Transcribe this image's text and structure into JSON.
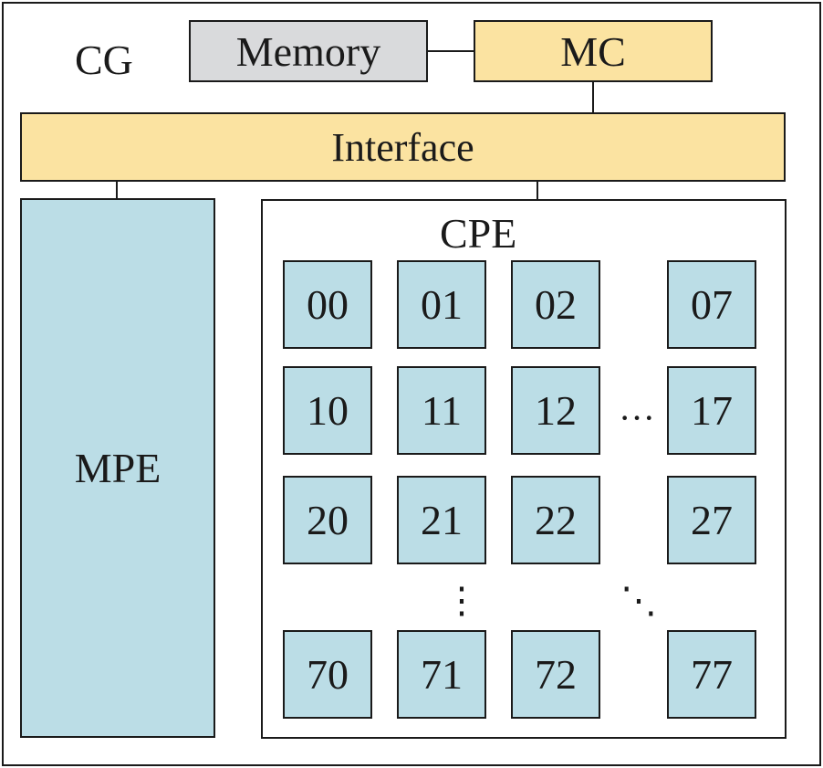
{
  "colors": {
    "yellow": "#fbe3a1",
    "blue": "#bbdde6",
    "gray": "#d9dadc",
    "border": "#1a1a1a"
  },
  "labels": {
    "cg": "CG",
    "memory": "Memory",
    "mc": "MC",
    "interface": "Interface",
    "mpe": "MPE",
    "cpe": "CPE"
  },
  "cpe_grid": {
    "rows": [
      [
        "00",
        "01",
        "02",
        "07"
      ],
      [
        "10",
        "11",
        "12",
        "17"
      ],
      [
        "20",
        "21",
        "22",
        "27"
      ],
      [
        "70",
        "71",
        "72",
        "77"
      ]
    ],
    "horizontal_ellipsis": "···",
    "vertical_ellipsis": "⋮",
    "diagonal_ellipsis": "⋱"
  }
}
